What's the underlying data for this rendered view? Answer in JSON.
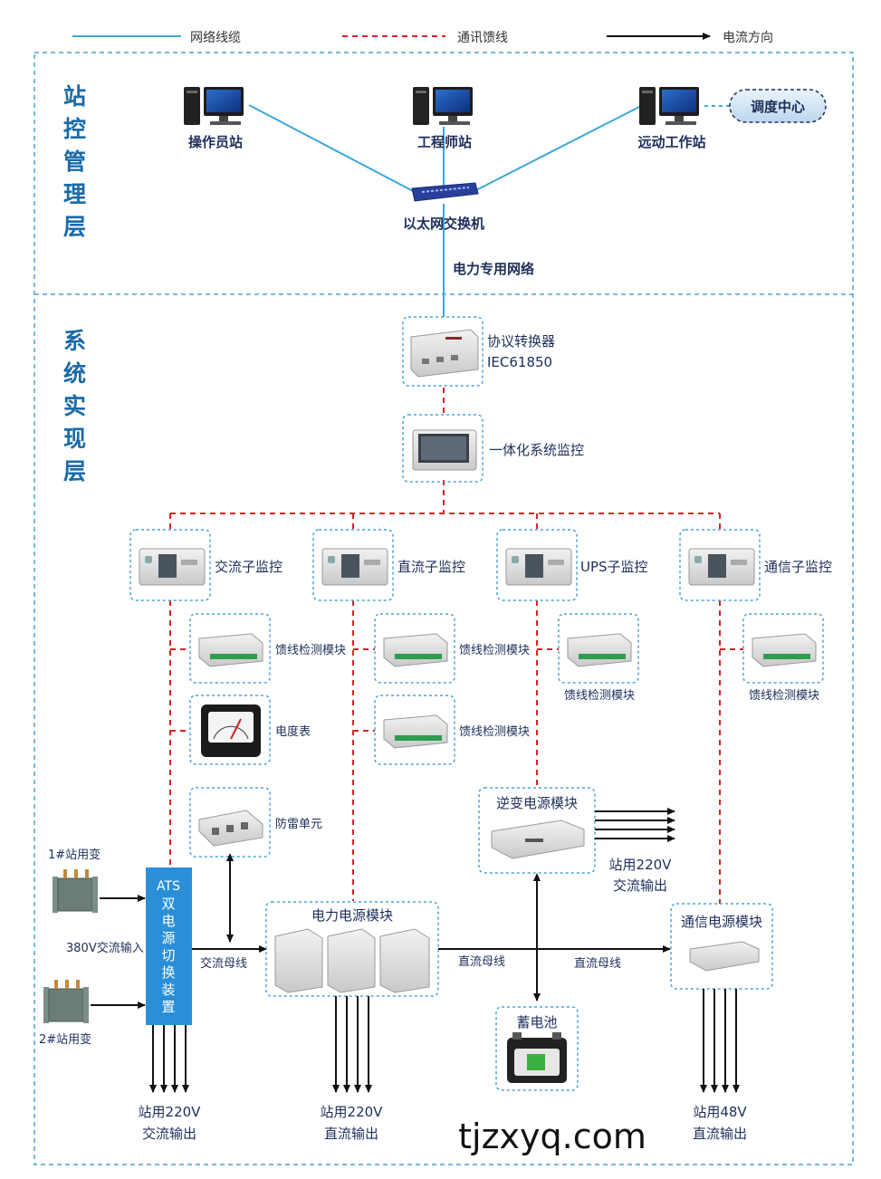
{
  "legend": {
    "network_cable": "网络线缆",
    "comm_feeder": "通讯馈线",
    "current_direction": "电流方向"
  },
  "layers": {
    "station_control": [
      "站",
      "控",
      "管",
      "理",
      "层"
    ],
    "system_impl": [
      "系",
      "统",
      "实",
      "现",
      "层"
    ]
  },
  "station": {
    "operator": "操作员站",
    "engineer": "工程师站",
    "remote": "远动工作站",
    "dispatch": "调度中心",
    "switch": "以太网交换机",
    "network": "电力专用网络"
  },
  "system": {
    "protocol_converter": "协议转换器",
    "protocol_std": "IEC61850",
    "integrated_monitor": "一体化系统监控",
    "ac_sub": "交流子监控",
    "dc_sub": "直流子监控",
    "ups_sub": "UPS子监控",
    "comm_sub": "通信子监控",
    "feeder_module": "馈线检测模块",
    "meter": "电度表",
    "surge": "防雷单元",
    "inverter": "逆变电源模块",
    "ac220_out_1": "站用220V",
    "ac220_out_2": "交流输出",
    "transformer1": "1#站用变",
    "transformer2": "2#站用变",
    "ac380_in": "380V交流输入",
    "ats_title": "ATS",
    "ats_chars": [
      "双",
      "电",
      "源",
      "切",
      "换",
      "装",
      "置"
    ],
    "ac_bus": "交流母线",
    "power_module": "电力电源模块",
    "dc_bus": "直流母线",
    "comm_power": "通信电源模块",
    "battery": "蓄电池",
    "out_ac_1": "站用220V",
    "out_ac_2": "交流输出",
    "out_dc_1": "站用220V",
    "out_dc_2": "直流输出",
    "out_48_1": "站用48V",
    "out_48_2": "直流输出"
  },
  "watermark": "tjzxyq.com",
  "colors": {
    "network": "#3aa8d8",
    "feeder": "#dd2222",
    "arrow": "#111111",
    "frame": "#4aa3d8",
    "ats": "#2b8fd8"
  }
}
